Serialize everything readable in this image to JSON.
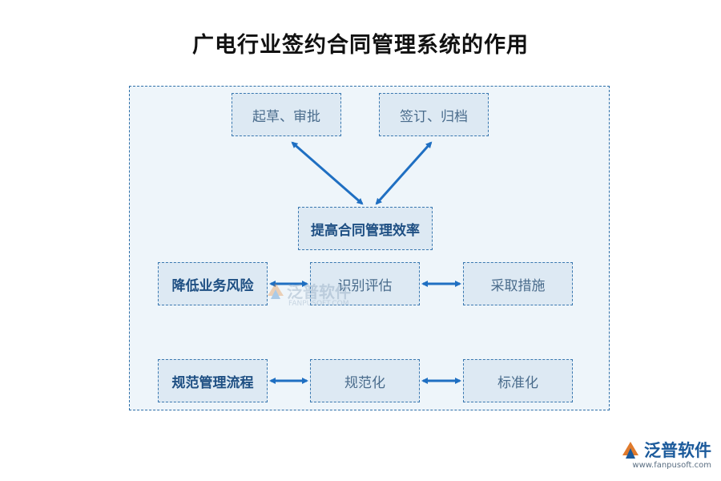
{
  "title": "广电行业签约合同管理系统的作用",
  "boxes": {
    "draft_approve": "起草、审批",
    "sign_archive": "签订、归档",
    "efficiency": "提高合同管理效率",
    "reduce_risk": "降低业务风险",
    "identify_assess": "识别评估",
    "take_measures": "采取措施",
    "standardize_process": "规范管理流程",
    "normalize": "规范化",
    "standardization": "标准化"
  },
  "watermark": {
    "text": "泛普软件",
    "sub": "FANPUSOFT.COM"
  },
  "logo": {
    "text": "泛普软件",
    "url": "www.fanpusoft.com"
  },
  "colors": {
    "frame_border": "#2e6fa8",
    "box_fill": "#dde9f3",
    "arrow": "#1f6fc2",
    "title": "#111111"
  }
}
